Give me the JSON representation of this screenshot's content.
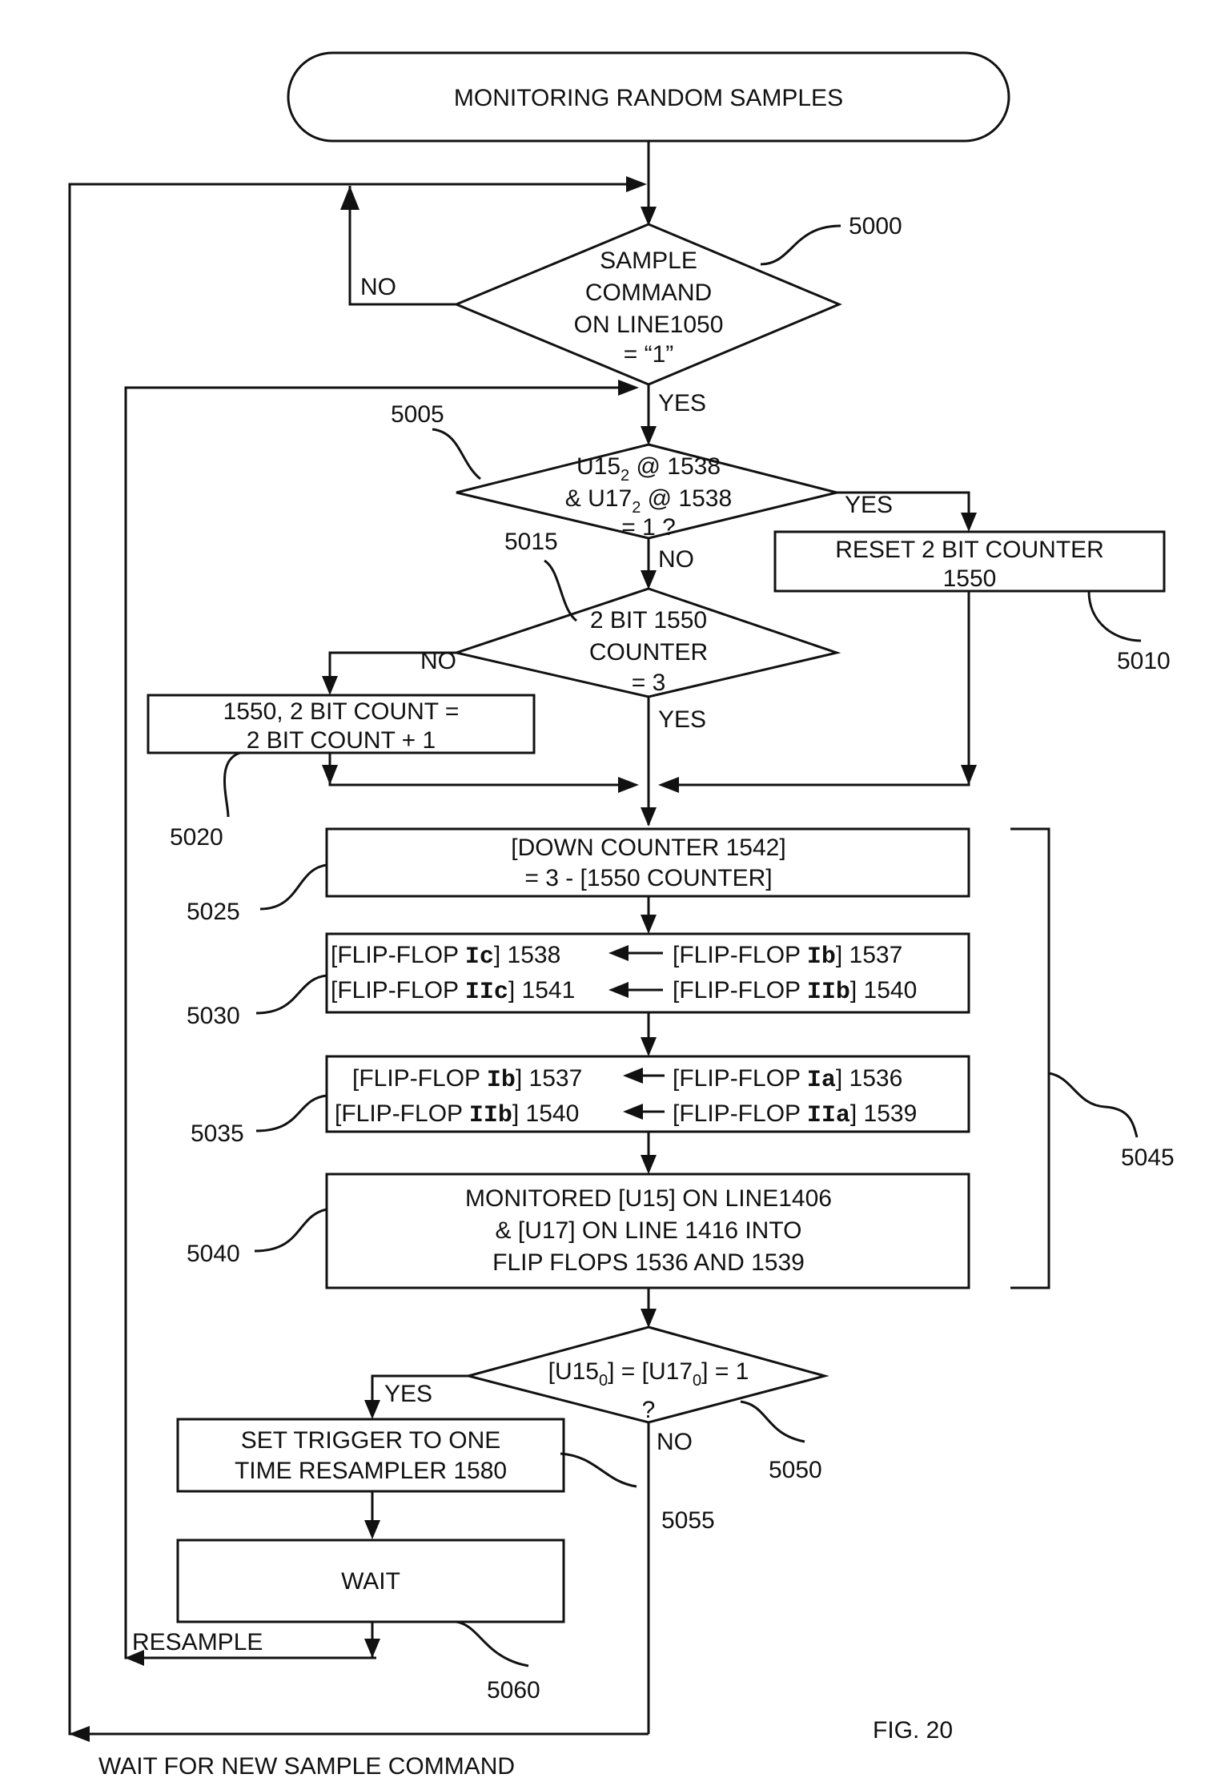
{
  "start": {
    "label": "MONITORING RANDOM SAMPLES"
  },
  "steps": {
    "s5000": {
      "ref": "5000",
      "lines": [
        "SAMPLE",
        "COMMAND",
        "ON LINE1050",
        "= “1”"
      ],
      "no": "NO",
      "yes": "YES"
    },
    "s5005": {
      "ref": "5005",
      "l1a": "U15",
      "l1sub": "2",
      "l1b": " @ 1538",
      "l2a": "& U17",
      "l2sub": "2",
      "l2b": " @ 1538",
      "l3": "= 1 ?",
      "yes": "YES",
      "no": "NO"
    },
    "s5010": {
      "ref": "5010",
      "lines": [
        "RESET 2 BIT COUNTER",
        "1550"
      ]
    },
    "s5015": {
      "ref": "5015",
      "lines": [
        "2 BIT 1550",
        "COUNTER",
        "= 3"
      ],
      "no": "NO",
      "yes": "YES"
    },
    "s5020": {
      "ref": "5020",
      "lines": [
        "1550, 2 BIT COUNT =",
        "2 BIT COUNT + 1"
      ]
    },
    "s5025": {
      "ref": "5025",
      "lines": [
        "[DOWN COUNTER 1542]",
        "= 3 - [1550 COUNTER]"
      ]
    },
    "s5030": {
      "ref": "5030",
      "r1": {
        "p1": "[FLIP-FLOP ",
        "m1": "Ic",
        "p2": "] 1538",
        "p3": "[FLIP-FLOP ",
        "m2": "Ib",
        "p4": "] 1537"
      },
      "r2": {
        "p1": "[FLIP-FLOP ",
        "m1": "IIc",
        "p2": "] 1541",
        "p3": "[FLIP-FLOP ",
        "m2": "IIb",
        "p4": "] 1540"
      }
    },
    "s5035": {
      "ref": "5035",
      "r1": {
        "p1": "[FLIP-FLOP ",
        "m1": "Ib",
        "p2": "] 1537",
        "p3": "[FLIP-FLOP ",
        "m2": "Ia",
        "p4": "] 1536"
      },
      "r2": {
        "p1": "[FLIP-FLOP ",
        "m1": "IIb",
        "p2": "] 1540",
        "p3": "[FLIP-FLOP ",
        "m2": "IIa",
        "p4": "] 1539"
      }
    },
    "s5040": {
      "ref": "5040",
      "lines": [
        "MONITORED [U15] ON LINE1406",
        "& [U17] ON LINE 1416 INTO",
        "FLIP FLOPS 1536 AND 1539"
      ]
    },
    "s5045": {
      "ref": "5045"
    },
    "s5050": {
      "ref": "5050",
      "a": "[U15",
      "asub": "0",
      "b": "] = [U17",
      "bsub": "0",
      "c": "] = 1",
      "q": "?",
      "yes": "YES",
      "no": "NO"
    },
    "s5055": {
      "ref": "5055",
      "lines": [
        "SET TRIGGER TO ONE",
        "TIME RESAMPLER 1580"
      ]
    },
    "s5060": {
      "ref": "5060",
      "label": "WAIT",
      "resample": "RESAMPLE"
    }
  },
  "footer": {
    "wait_label": "WAIT FOR NEW SAMPLE COMMAND",
    "fig_label": "FIG. 20"
  }
}
